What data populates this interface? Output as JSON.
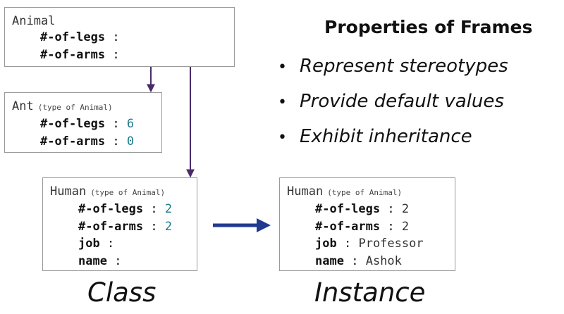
{
  "animal_frame": {
    "title": "Animal",
    "slots": [
      {
        "key": "#-of-legs",
        "sep": ":",
        "value": ""
      },
      {
        "key": "#-of-arms",
        "sep": ":",
        "value": ""
      }
    ]
  },
  "ant_frame": {
    "title": "Ant",
    "type_note": "(type of Animal)",
    "slots": [
      {
        "key": "#-of-legs",
        "sep": ":",
        "value": "6"
      },
      {
        "key": "#-of-arms",
        "sep": ":",
        "value": "0"
      }
    ]
  },
  "human_class_frame": {
    "title": "Human",
    "type_note": "(type of Animal)",
    "slots": [
      {
        "key": "#-of-legs",
        "sep": ":",
        "value": "2"
      },
      {
        "key": "#-of-arms",
        "sep": ":",
        "value": "2"
      },
      {
        "key": "job",
        "sep": ":",
        "value": ""
      },
      {
        "key": "name",
        "sep": ":",
        "value": ""
      }
    ]
  },
  "human_instance_frame": {
    "title": "Human",
    "type_note": "(type of Animal)",
    "slots": [
      {
        "key": "#-of-legs",
        "sep": ":",
        "value": "2"
      },
      {
        "key": "#-of-arms",
        "sep": ":",
        "value": "2"
      },
      {
        "key": "job",
        "sep": ":",
        "value": "Professor"
      },
      {
        "key": "name",
        "sep": ":",
        "value": "Ashok"
      }
    ]
  },
  "properties": {
    "title": "Properties of Frames",
    "bullet": "•",
    "items": [
      "Represent stereotypes",
      "Provide default values",
      "Exhibit inheritance"
    ]
  },
  "captions": {
    "class": "Class",
    "instance": "Instance"
  },
  "colors": {
    "inherit_arrow": "#4a2a6a",
    "instance_arrow": "#1f3a8f",
    "value_text": "#1c7a8c"
  }
}
